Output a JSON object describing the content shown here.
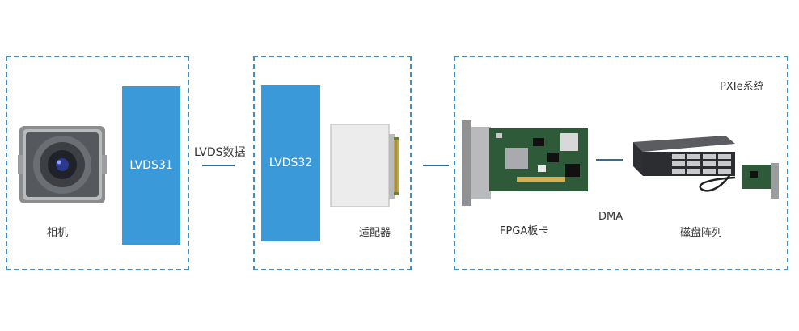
{
  "groups": {
    "camera_group": {},
    "adapter_group": {},
    "pxie_group": {
      "title": "PXIe系统"
    }
  },
  "blocks": {
    "lvds31": "LVDS31",
    "lvds32": "LVDS32"
  },
  "labels": {
    "camera": "相机",
    "adapter": "适配器",
    "fpga": "FPGA板卡",
    "dma": "DMA",
    "raid": "磁盘阵列",
    "lvds_data": "LVDS数据"
  },
  "colors": {
    "dash": "#3a8fc7",
    "block": "#3a9ad9",
    "link": "#2d6f9b"
  }
}
